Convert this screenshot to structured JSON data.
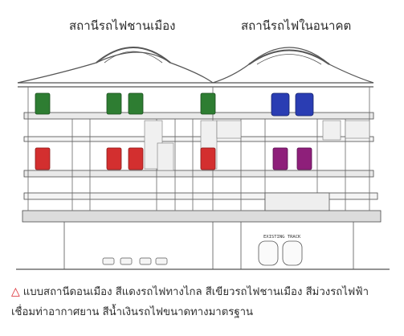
{
  "titles": {
    "left": "สถานีรถไฟชานเมือง",
    "right": "สถานีรถไฟในอนาคต"
  },
  "labels": {
    "existing_track": "EXISTING TRACK"
  },
  "caption": {
    "triangle_icon": "△",
    "line1": "แบบสถานีดอนเมือง  สีแดงรถไฟทางไกล  สีเขียวรถไฟชานเมือง  สีม่วงรถไฟฟ้า",
    "line2": "เชื่อมท่าอากาศยาน  สีน้ำเงินรถไฟขนาดทางมาตรฐาน"
  },
  "colors": {
    "green_commuter": "#2e7d32",
    "red_long_distance": "#d32f2f",
    "purple_airport_link": "#8e1f7a",
    "blue_standard_gauge": "#2a3db3",
    "line": "#4a4a4a",
    "accent_triangle": "#d9242b"
  }
}
